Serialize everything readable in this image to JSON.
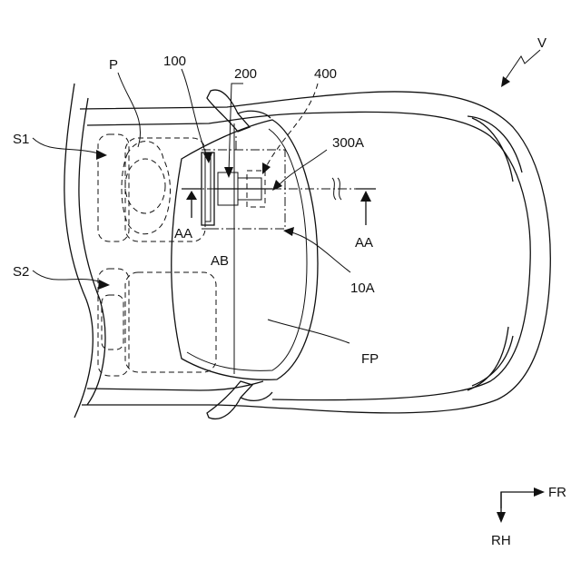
{
  "labels": {
    "vehicle": "V",
    "occupant": "P",
    "seat_front": "S1",
    "seat_rear": "S2",
    "ref_100": "100",
    "ref_200": "200",
    "ref_400": "400",
    "ref_300a": "300A",
    "section_aa_left": "AA",
    "section_aa_right": "AA",
    "section_ab": "AB",
    "ref_10a": "10A",
    "floor_panel": "FP"
  },
  "orientation": {
    "forward": "FR",
    "right": "RH"
  }
}
